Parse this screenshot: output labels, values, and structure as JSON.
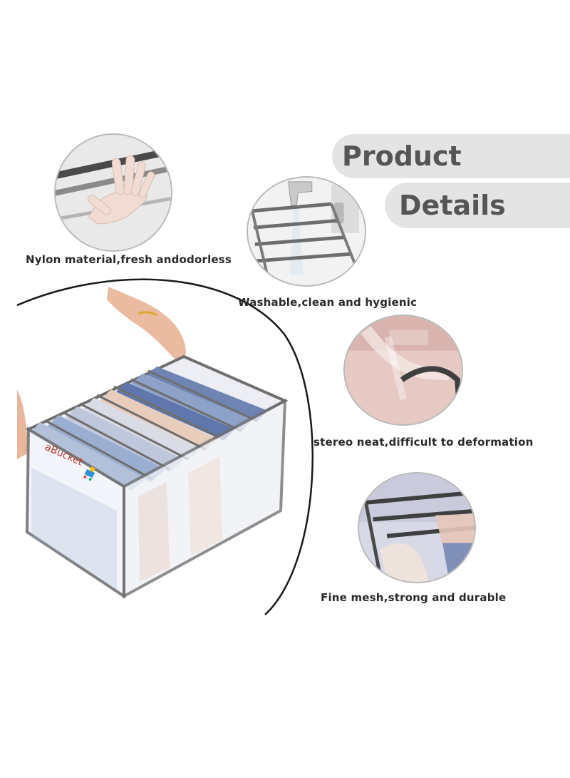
{
  "header": {
    "line1": "Product",
    "line2": "Details"
  },
  "features": [
    {
      "caption": "Nylon material,fresh andodorless",
      "icon": "hand-on-mesh-image"
    },
    {
      "caption": "Washable,clean and hygienic",
      "icon": "faucet-washing-image"
    },
    {
      "caption": "stereo neat,difficult to deformation",
      "icon": "edge-closeup-image"
    },
    {
      "caption": "Fine mesh,strong and durable",
      "icon": "mesh-closeup-image"
    }
  ],
  "product": {
    "brand": "aBucket"
  },
  "colors": {
    "pill_bg": "#e4e4e4",
    "pill_text": "#555555",
    "caption_text": "#2a2a2a",
    "trim": "#6f6f6f"
  }
}
